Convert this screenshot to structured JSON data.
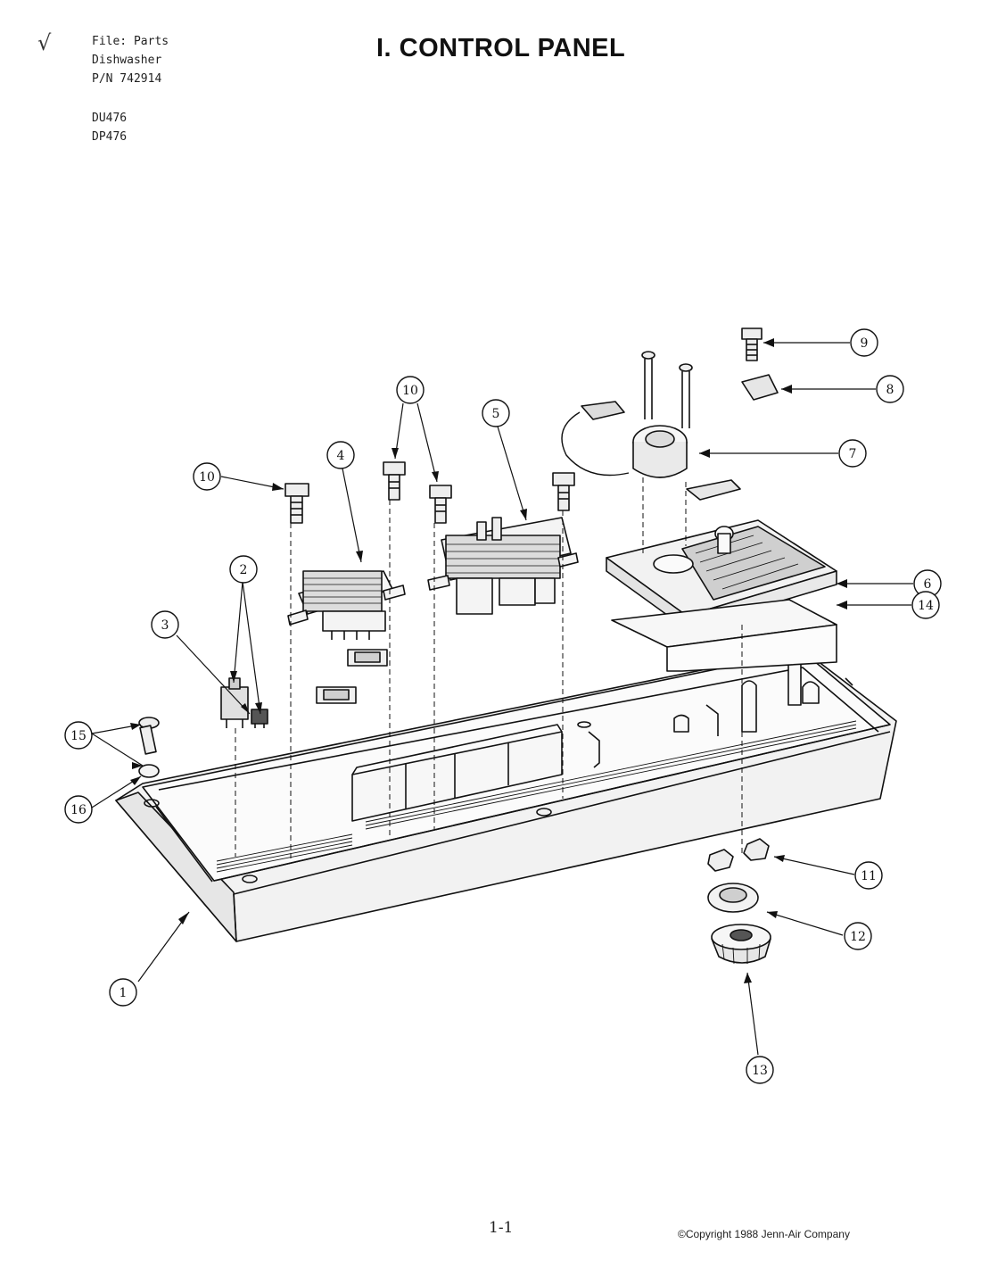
{
  "header": {
    "checkmark": "√",
    "file_line": "File: Parts",
    "product_line": "Dishwasher",
    "part_number_line": "P/N 742914"
  },
  "models": [
    "DU476",
    "DP476"
  ],
  "title": "I.  CONTROL PANEL",
  "callouts": [
    "1",
    "2",
    "3",
    "4",
    "5",
    "6",
    "7",
    "8",
    "9",
    "10",
    "10",
    "11",
    "12",
    "13",
    "14",
    "15",
    "16"
  ],
  "footer": {
    "page_number": "1-1",
    "copyright": "©Copyright 1988 Jenn-Air Company"
  }
}
